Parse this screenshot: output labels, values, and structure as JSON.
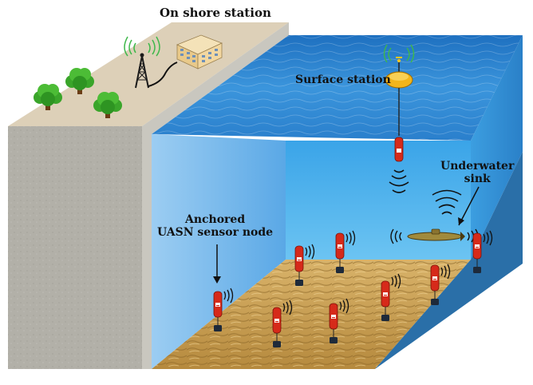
{
  "labels": {
    "on_shore_station": "On shore station",
    "surface_station": "Surface station",
    "underwater_sink_line1": "Underwater",
    "underwater_sink_line2": "sink",
    "anchored_node_line1": "Anchored",
    "anchored_node_line2": "UASN sensor node"
  },
  "colors": {
    "ground_top": "#ddd0b8",
    "ground_side": "#b2b0a8",
    "sea_surface": "#2e86d0",
    "water_back": "#4ab0ea",
    "water_left": "#7cbcec",
    "seabed": "#c9a055",
    "node_red": "#d62a1a",
    "anchor": "#1e2a3a",
    "tree_green": "#3aa52a",
    "buoy_yellow": "#f2b51b",
    "signal_green": "#3eb84a",
    "signal_yellow": "#f5c622"
  },
  "icons": [
    "radio-tower-icon",
    "building-icon",
    "tree-icon",
    "buoy-icon",
    "submarine-icon",
    "sensor-node-icon",
    "acoustic-wave-icon"
  ]
}
